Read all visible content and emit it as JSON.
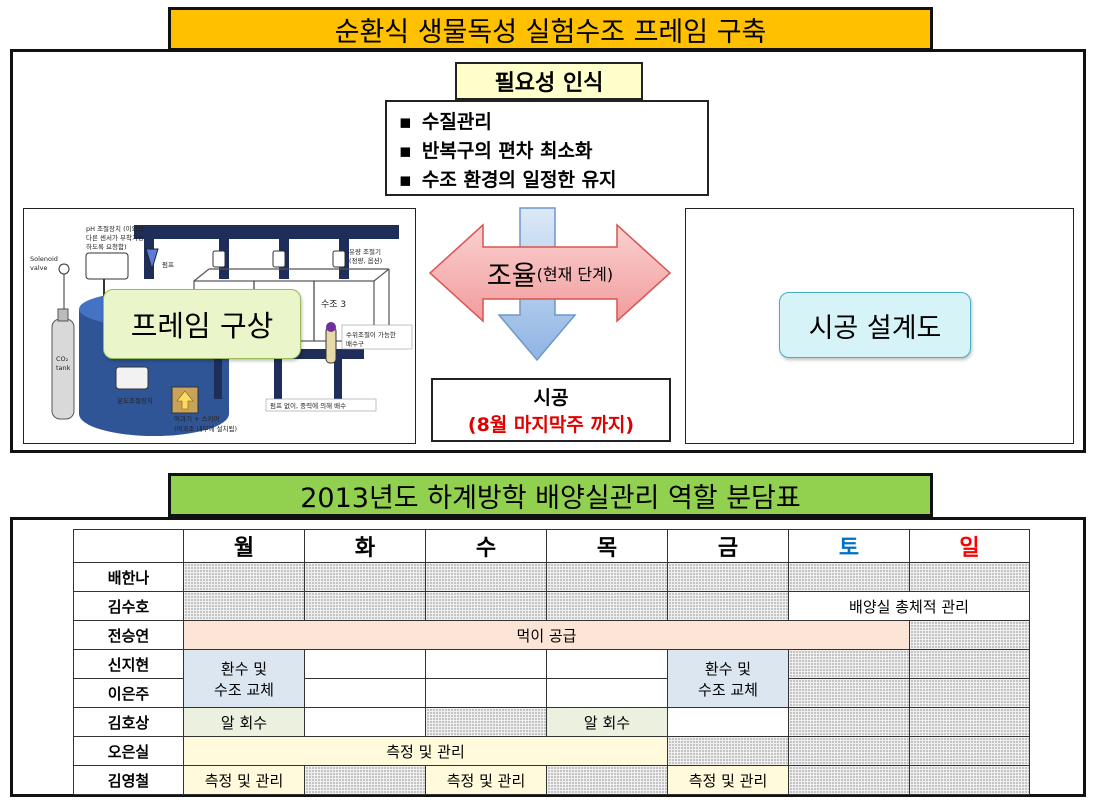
{
  "top": {
    "title": "순환식 생물독성 실험수조 프레임 구축",
    "necessity_title": "필요성 인식",
    "bullets": [
      "수질관리",
      "반복구의 편차 최소화",
      "수조 환경의 일정한 유지"
    ],
    "frame_label": "프레임 구상",
    "adjust_main": "조율",
    "adjust_sub": "(현재 단계)",
    "construction_title": "시공",
    "construction_date": "(8월 마지막주 까지)",
    "design_label": "시공 설계도",
    "diagram_labels": {
      "ph": "pH 조절장치 (이외의",
      "ph2": "다른 센서가 부착가능",
      "ph3": "하도록 요청함)",
      "solenoid": "Solenoid",
      "valve": "valve",
      "pump": "펌프",
      "flow": "유량 조절기",
      "flow2": "(정량, 옵션)",
      "tank3": "수조 3",
      "level": "수위조절이 가능한",
      "level2": "배수구",
      "co2": "CO₂",
      "co2b": "tank",
      "temp": "온도조절장치",
      "filter": "여과기 + 스키머",
      "filter2": "(여과조 내부에 설치됨)",
      "drain": "펌프 없이, 중력에 의해 배수"
    }
  },
  "bottom": {
    "title": "2013년도 하계방학 배양실관리 역할 분담표",
    "days": [
      "월",
      "화",
      "수",
      "목",
      "금",
      "토",
      "일"
    ],
    "day_colors": {
      "토": "#0070c0",
      "일": "#ff0000"
    },
    "names": [
      "배한나",
      "김수호",
      "전승연",
      "신지현",
      "이은주",
      "김호상",
      "오은실",
      "김영철"
    ],
    "tasks": {
      "overall": "배양실 총체적 관리",
      "feeding": "먹이 공급",
      "water_change_1": "환수 및",
      "water_change_2": "수조 교체",
      "egg_collect": "알 회수",
      "measure": "측정 및 관리"
    }
  },
  "colors": {
    "top_banner": "#ffc000",
    "bottom_banner": "#92d050",
    "necessity_bg": "#ffffcc",
    "adjust_arrow": "#f4a5a5",
    "down_arrow": "#9dc3e6",
    "frame_label_bg": "#eaf5c9",
    "design_label_bg": "#d6f3f8"
  }
}
